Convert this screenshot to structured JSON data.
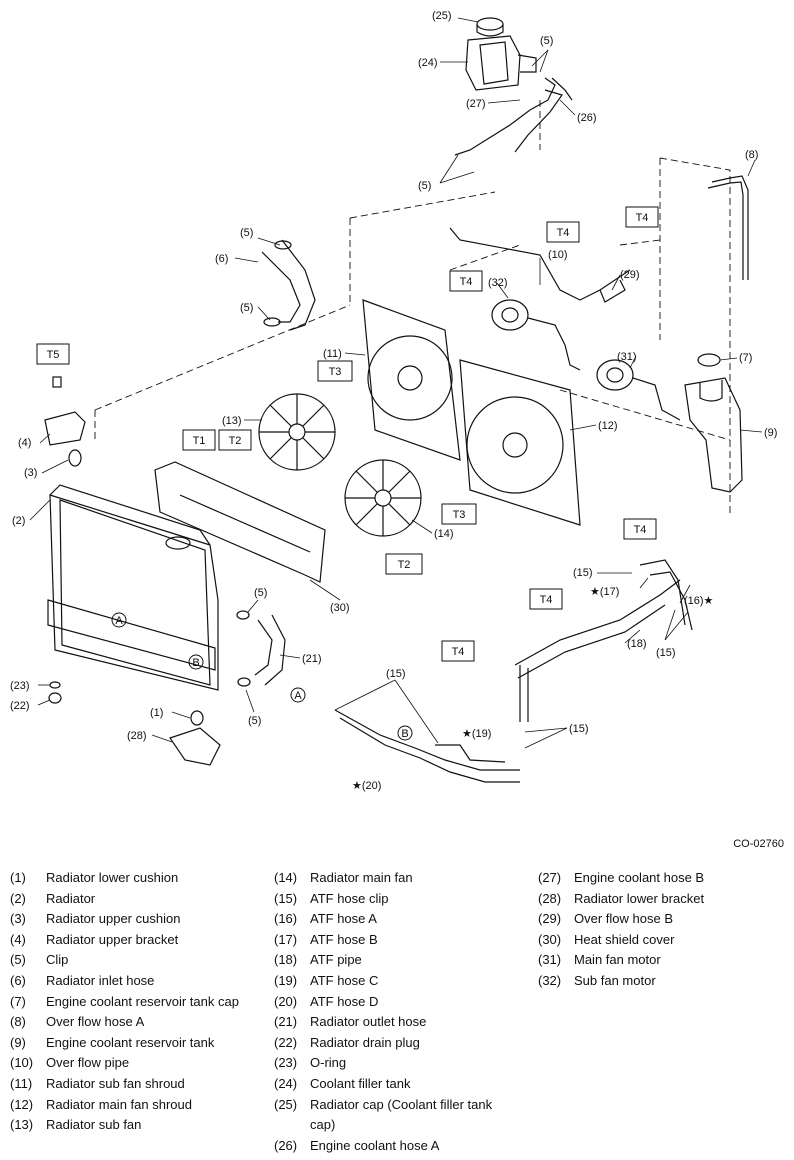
{
  "figure_code": "CO-02760",
  "callouts": {
    "c1": "(1)",
    "c2": "(2)",
    "c3": "(3)",
    "c4": "(4)",
    "c5a": "(5)",
    "c5b": "(5)",
    "c5c": "(5)",
    "c5d": "(5)",
    "c5e": "(5)",
    "c5f": "(5)",
    "c6": "(6)",
    "c7": "(7)",
    "c8": "(8)",
    "c9": "(9)",
    "c10": "(10)",
    "c11": "(11)",
    "c12": "(12)",
    "c13": "(13)",
    "c14": "(14)",
    "c15a": "(15)",
    "c15b": "(15)",
    "c15c": "(15)",
    "c15d": "(15)",
    "c16": "(16)★",
    "c17": "★(17)",
    "c18": "(18)",
    "c19": "★(19)",
    "c20": "★(20)",
    "c21": "(21)",
    "c22": "(22)",
    "c23": "(23)",
    "c24": "(24)",
    "c25": "(25)",
    "c26": "(26)",
    "c27": "(27)",
    "c28": "(28)",
    "c29": "(29)",
    "c30": "(30)",
    "c31": "(31)",
    "c32": "(32)",
    "refA1": "A",
    "refB1": "B",
    "refA2": "A",
    "refB2": "B"
  },
  "torque_boxes": {
    "t5": "T5",
    "t1": "T1",
    "t2a": "T2",
    "t2b": "T2",
    "t3a": "T3",
    "t3b": "T3",
    "t4a": "T4",
    "t4b": "T4",
    "t4c": "T4",
    "t4d": "T4",
    "t4e": "T4",
    "t4f": "T4"
  },
  "legend": [
    [
      {
        "num": "(1)",
        "label": "Radiator lower cushion"
      },
      {
        "num": "(2)",
        "label": "Radiator"
      },
      {
        "num": "(3)",
        "label": "Radiator upper cushion"
      },
      {
        "num": "(4)",
        "label": "Radiator upper bracket"
      },
      {
        "num": "(5)",
        "label": "Clip"
      },
      {
        "num": "(6)",
        "label": "Radiator inlet hose"
      },
      {
        "num": "(7)",
        "label": "Engine coolant reservoir tank cap"
      },
      {
        "num": "(8)",
        "label": "Over flow hose A"
      },
      {
        "num": "(9)",
        "label": "Engine coolant reservoir tank"
      },
      {
        "num": "(10)",
        "label": "Over flow pipe"
      },
      {
        "num": "(11)",
        "label": "Radiator sub fan shroud"
      },
      {
        "num": "(12)",
        "label": "Radiator main fan shroud"
      },
      {
        "num": "(13)",
        "label": "Radiator sub fan"
      }
    ],
    [
      {
        "num": "(14)",
        "label": "Radiator main fan"
      },
      {
        "num": "(15)",
        "label": "ATF hose clip"
      },
      {
        "num": "(16)",
        "label": "ATF hose A"
      },
      {
        "num": "(17)",
        "label": "ATF hose B"
      },
      {
        "num": "(18)",
        "label": "ATF pipe"
      },
      {
        "num": "(19)",
        "label": "ATF hose C"
      },
      {
        "num": "(20)",
        "label": "ATF hose D"
      },
      {
        "num": "(21)",
        "label": "Radiator outlet hose"
      },
      {
        "num": "(22)",
        "label": "Radiator drain plug"
      },
      {
        "num": "(23)",
        "label": "O-ring"
      },
      {
        "num": "(24)",
        "label": "Coolant filler tank"
      },
      {
        "num": "(25)",
        "label": "Radiator cap (Coolant filler tank cap)"
      },
      {
        "num": "(26)",
        "label": "Engine coolant hose A"
      }
    ],
    [
      {
        "num": "(27)",
        "label": "Engine coolant hose B"
      },
      {
        "num": "(28)",
        "label": "Radiator lower bracket"
      },
      {
        "num": "(29)",
        "label": "Over flow hose B"
      },
      {
        "num": "(30)",
        "label": "Heat shield cover"
      },
      {
        "num": "(31)",
        "label": "Main fan motor"
      },
      {
        "num": "(32)",
        "label": "Sub fan motor"
      }
    ]
  ]
}
